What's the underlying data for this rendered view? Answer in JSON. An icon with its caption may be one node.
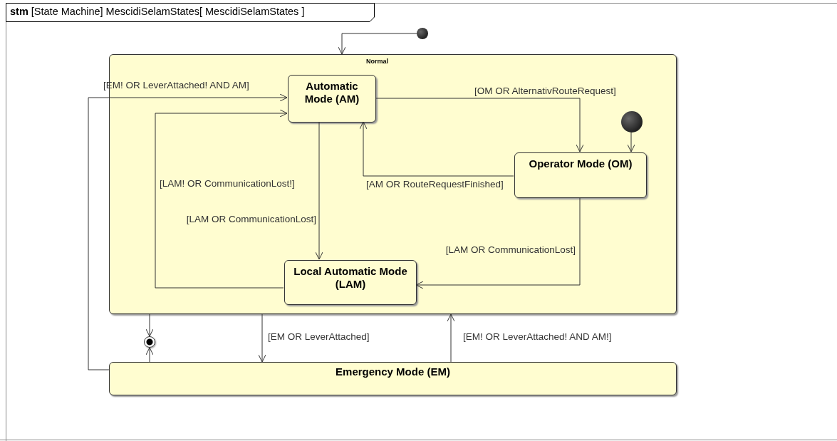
{
  "diagram": {
    "title": "**stm** [State Machine] MescidiSelamStates[ MescidiSelamStates ]",
    "nodes": [
      {
        "text": [],
        "shape": "circle"
      },
      {
        "text": [
          "Normal"
        ]
      },
      {
        "text": [
          "Automatic Mode (AM)"
        ],
        "in": 1
      },
      {
        "text": [],
        "shape": "circle",
        "in": 1
      },
      {
        "text": [
          "Operator Mode (OM)"
        ],
        "in": 1
      },
      {
        "text": [
          "Local Automatic Mode (LAM)"
        ],
        "in": 1
      },
      {
        "text": [],
        "shape": "circle"
      },
      {
        "text": [
          "Emergency Mode (EM)"
        ]
      }
    ],
    "edges": [
      {
        "from": 0,
        "to": 1,
        "arrow": "to"
      },
      {
        "from": 7,
        "to": 2,
        "arrow": "to",
        "label": "[EM! OR LeverAttached! AND AM]"
      },
      {
        "from": 5,
        "to": 2,
        "arrow": "to",
        "label": "[LAM! OR CommunicationLost!]"
      },
      {
        "from": 2,
        "to": 5,
        "arrow": "to",
        "label": "[LAM OR CommunicationLost]"
      },
      {
        "from": 2,
        "to": 4,
        "arrow": "to",
        "label": "[OM OR AlternativRouteRequest]"
      },
      {
        "from": 4,
        "to": 2,
        "arrow": "to",
        "label": "[AM OR RouteRequestFinished]"
      },
      {
        "from": 3,
        "to": 4,
        "arrow": "to"
      },
      {
        "from": 4,
        "to": 5,
        "arrow": "to",
        "label": "[LAM OR CommunicationLost]"
      },
      {
        "from": 1,
        "to": 6,
        "arrow": "to"
      },
      {
        "from": 7,
        "to": 6,
        "arrow": "to"
      },
      {
        "from": 1,
        "to": 7,
        "arrow": "to",
        "label": "[EM OR LeverAttached]"
      },
      {
        "from": 7,
        "to": 1,
        "arrow": "to",
        "label": "[EM! OR LeverAttached! AND AM!]"
      }
    ]
  }
}
